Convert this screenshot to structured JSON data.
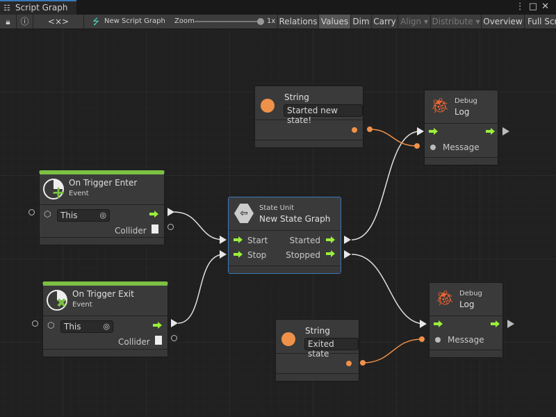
{
  "window": {
    "tab_title": "Script Graph",
    "icon": "hierarchy-icon",
    "controls": [
      "more-icon",
      "maximize-icon",
      "close-icon"
    ]
  },
  "toolbar": {
    "lock": "lock-icon",
    "info": "info-icon",
    "variables": "<×>",
    "graph_name": "New Script Graph",
    "zoom_label": "Zoom",
    "zoom_value": "1x",
    "zoom_level": 1.0,
    "buttons": [
      {
        "label": "Relations",
        "active": false,
        "enabled": true
      },
      {
        "label": "Values",
        "active": true,
        "enabled": true
      },
      {
        "label": "Dim",
        "active": false,
        "enabled": true
      },
      {
        "label": "Carry",
        "active": false,
        "enabled": true
      },
      {
        "label": "Align ▾",
        "active": false,
        "enabled": false
      },
      {
        "label": "Distribute ▾",
        "active": false,
        "enabled": false
      },
      {
        "label": "Overview",
        "active": false,
        "enabled": true
      },
      {
        "label": "Full Screen",
        "active": false,
        "enabled": true
      }
    ]
  },
  "colors": {
    "flow": "#9bef3a",
    "string_port": "#f0914a",
    "event_bar": "#7bc043",
    "selection": "#3a79bb",
    "debug_icon": "#f26634"
  },
  "nodes": {
    "string1": {
      "title": "String",
      "value": "Started new state!"
    },
    "string2": {
      "title": "String",
      "value": "Exited state"
    },
    "log1": {
      "subtitle": "Debug",
      "title": "Log",
      "input": "Message"
    },
    "log2": {
      "subtitle": "Debug",
      "title": "Log",
      "input": "Message"
    },
    "enter": {
      "title": "On Trigger Enter",
      "subtitle": "Event",
      "target": "This",
      "output": "Collider"
    },
    "exit": {
      "title": "On Trigger Exit",
      "subtitle": "Event",
      "target": "This",
      "output": "Collider"
    },
    "state": {
      "subtitle": "State Unit",
      "title": "New  State  Graph",
      "in1": "Start",
      "in2": "Stop",
      "out1": "Started",
      "out2": "Stopped"
    }
  }
}
